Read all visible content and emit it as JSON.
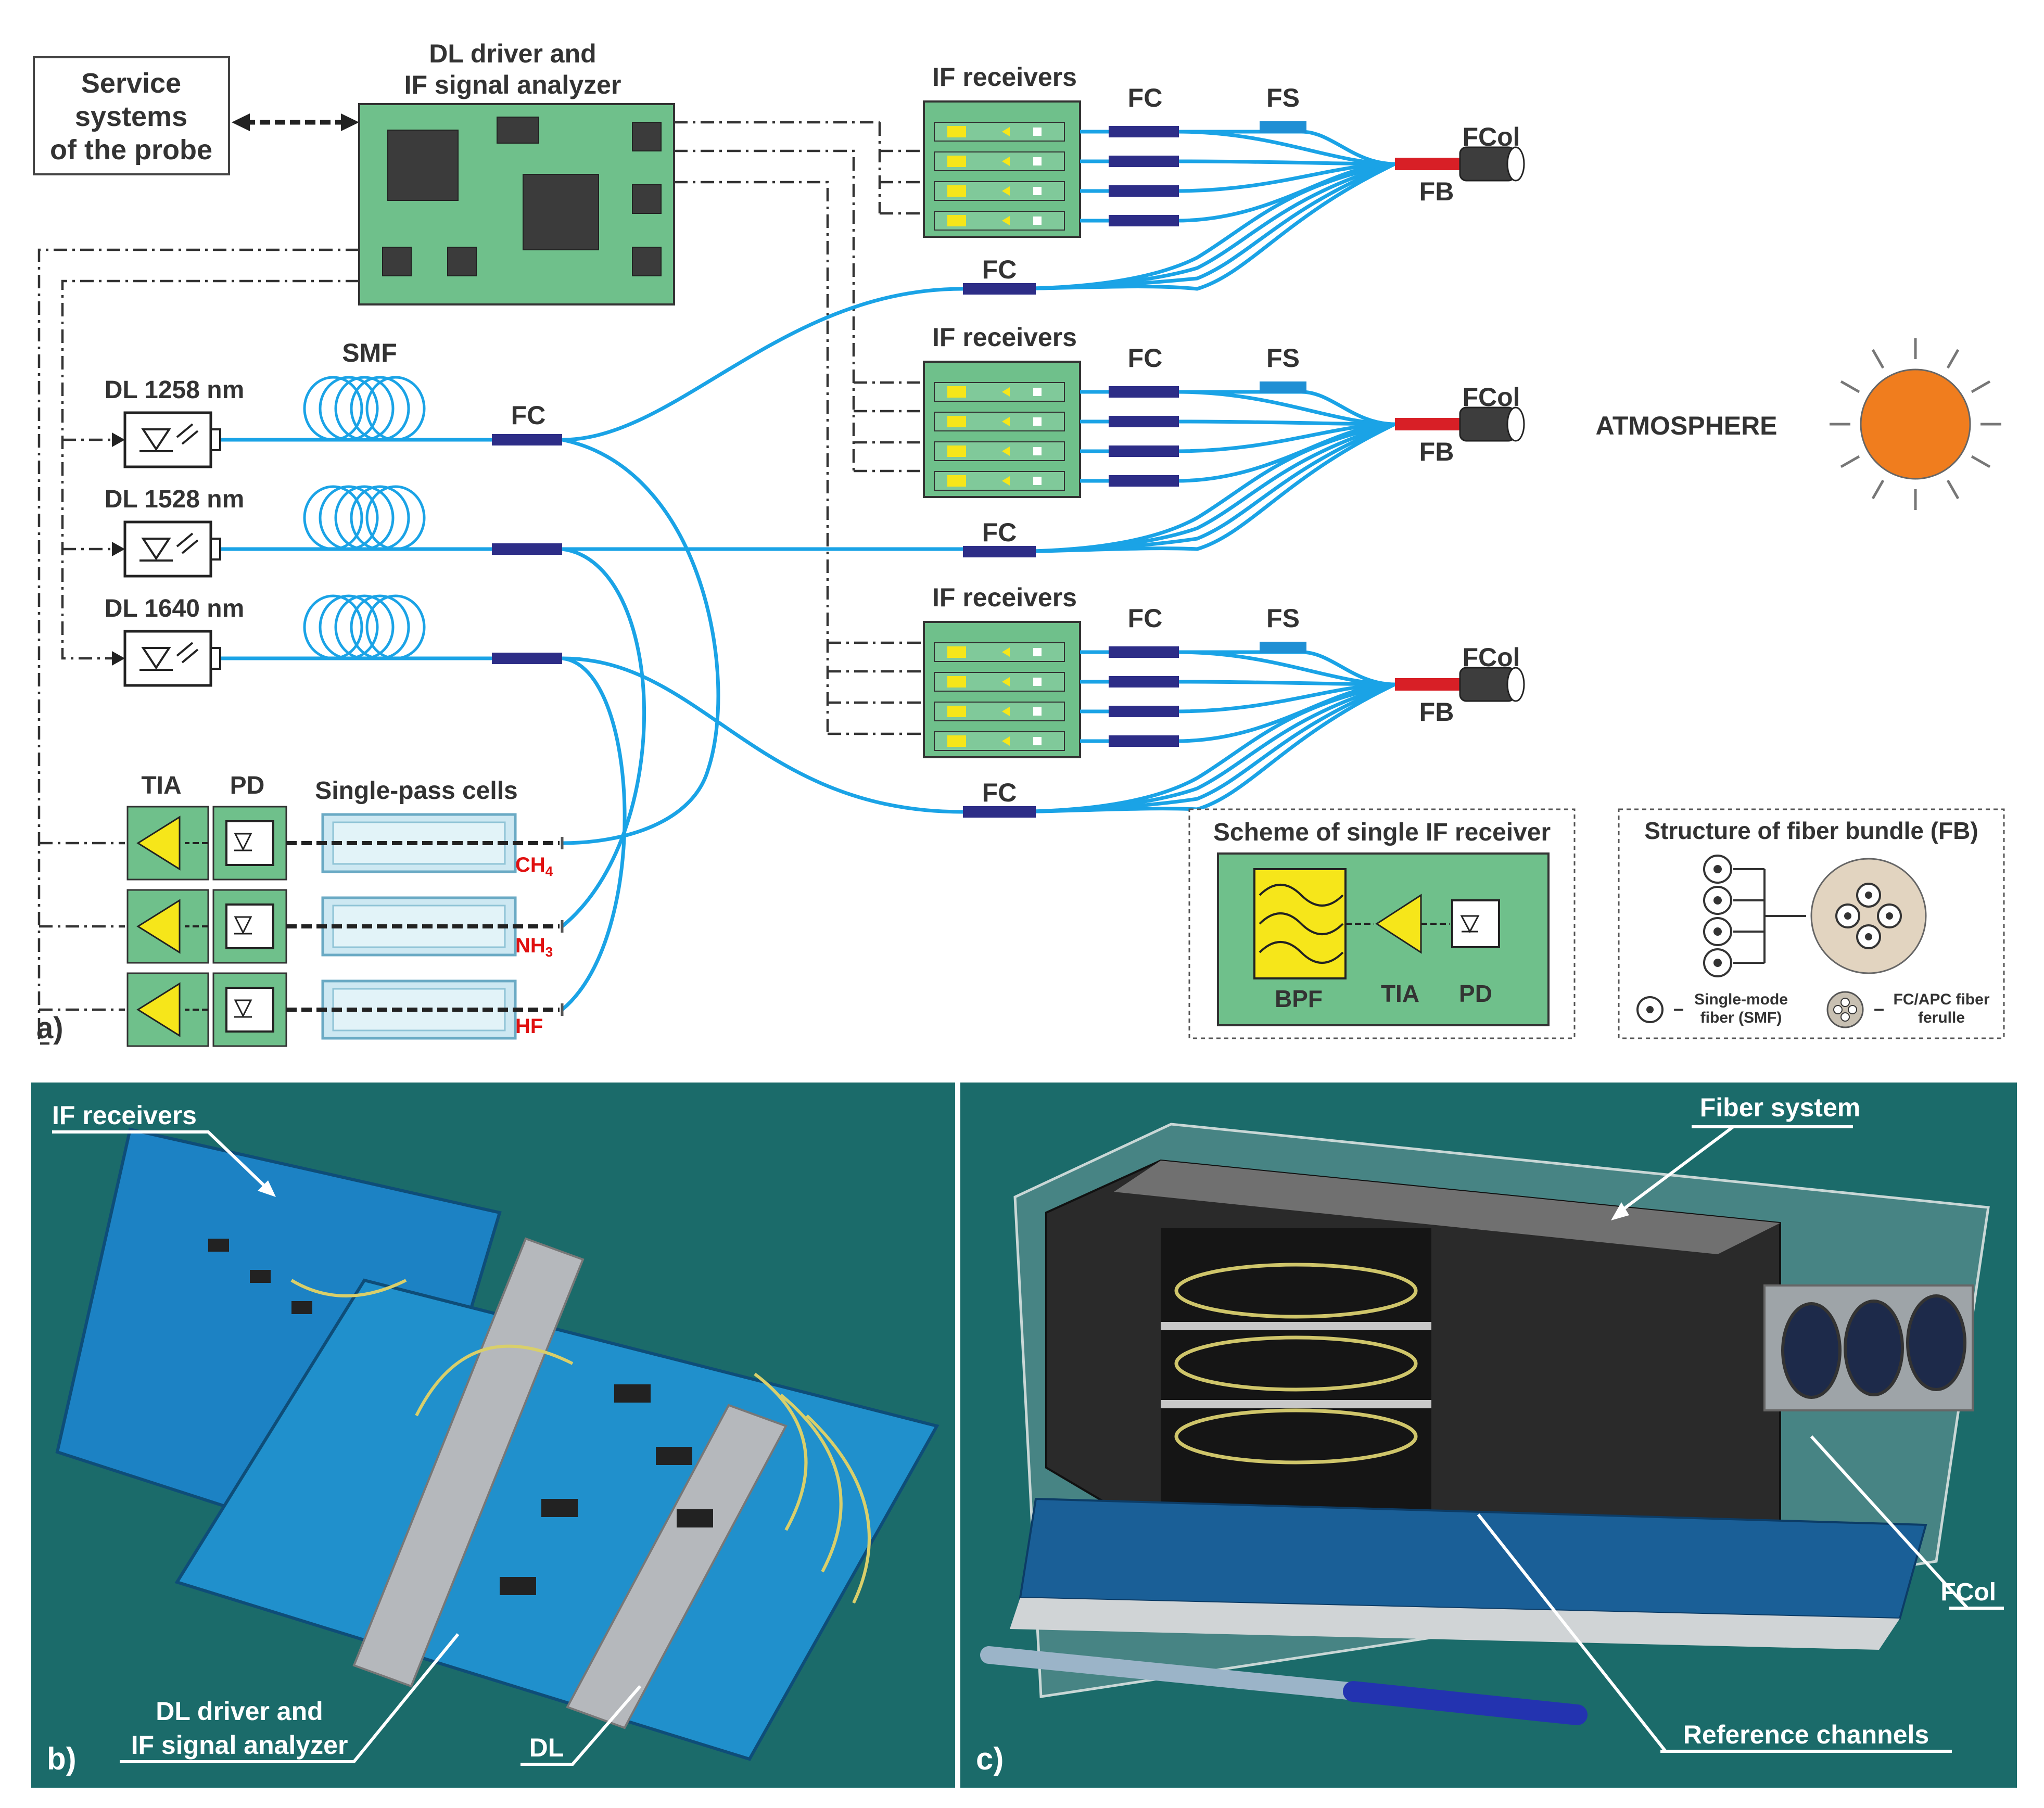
{
  "labels": {
    "service": [
      "Service",
      "systems",
      "of the probe"
    ],
    "driver": [
      "DL driver and",
      "IF signal analyzer"
    ],
    "if_receivers": "IF receivers",
    "fc": "FC",
    "fs": "FS",
    "fcol": "FCol",
    "fb": "FB",
    "smf": "SMF",
    "dl_1258": "DL 1258 nm",
    "dl_1528": "DL 1528 nm",
    "dl_1640": "DL 1640 nm",
    "atmosphere": "ATMOSPHERE",
    "tia": "TIA",
    "pd": "PD",
    "single_pass": "Single-pass cells",
    "ch4": "CH",
    "ch4_sub": "4",
    "nh3": "NH",
    "nh3_sub": "3",
    "hf": "HF",
    "panel_a": "a)",
    "panel_b": "b)",
    "panel_c": "c)"
  },
  "scheme_box": {
    "title": "Scheme of single IF receiver",
    "bpf": "BPF",
    "tia": "TIA",
    "pd": "PD"
  },
  "bundle_box": {
    "title": "Structure of fiber bundle (FB)",
    "smf_legend": [
      "Single-mode",
      "fiber (SMF)"
    ],
    "ferrule_legend": [
      "FC/APC fiber",
      "ferulle"
    ],
    "dash": "–"
  },
  "photo_b": {
    "if_receivers": "IF receivers",
    "driver": [
      "DL driver and",
      "IF signal analyzer"
    ],
    "dl": "DL"
  },
  "photo_c": {
    "fiber_system": "Fiber system",
    "fcol": "FCol",
    "reference": "Reference channels"
  },
  "colors": {
    "fiber": "#1aa3e6",
    "pcb": "#6fc08b",
    "sun": "#f07d1e",
    "photo_bg": "#1b6b6a",
    "fb_red": "#d81f26"
  }
}
